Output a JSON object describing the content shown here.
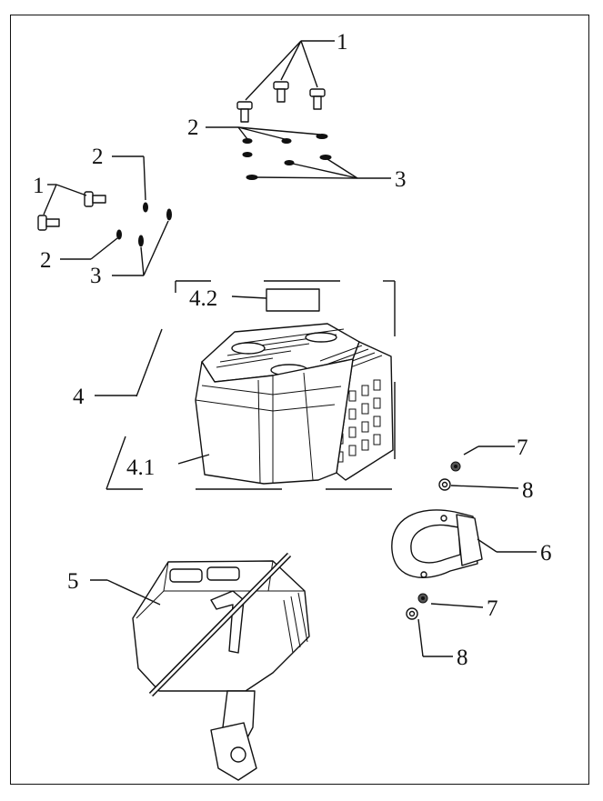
{
  "figure": {
    "callouts": {
      "bolt_top": "1",
      "bolt_left": "1",
      "washer_top": "2",
      "washer_left_upper": "2",
      "washer_left_lower": "2",
      "nut_top": "3",
      "nut_left": "3",
      "cover": "4",
      "cover_body": "4.1",
      "label_plate": "4.2",
      "muffler": "5",
      "gasket": "6",
      "nut_upper": "7",
      "nut_lower": "7",
      "washer_upper": "8",
      "washer_lower": "8"
    }
  }
}
